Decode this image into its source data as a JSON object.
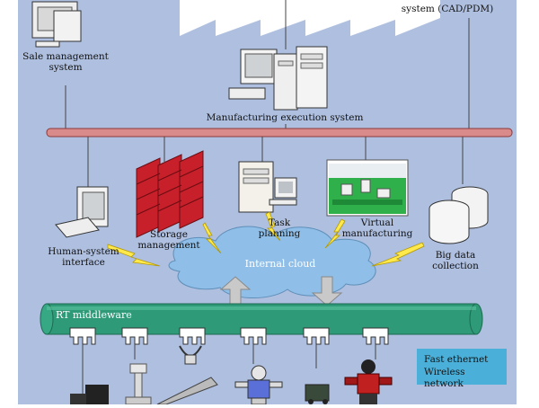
{
  "labels": {
    "sale_management": "Sale management\nsystem",
    "cad_pdm": "system (CAD/PDM)",
    "mes": "Manufacturing execution system",
    "human_system": "Human-system\ninterface",
    "storage": "Storage\nmanagement",
    "task": "Task\nplanning",
    "virtual": "Virtual\nmanufacturing",
    "big_data": "Big data\ncollection",
    "cloud": "Internal cloud",
    "middleware": "RT middleware",
    "network_line1": "Fast ethernet",
    "network_line2": "Wireless network"
  },
  "colors": {
    "factory_fill": "#aebfe0",
    "header_bus": "#d98a8a",
    "cloud": "#8fbfe8",
    "middleware": "#2e9a78",
    "network_box": "#4bb0d9",
    "storage_red": "#c8202a",
    "lightning": "#ffe94d"
  },
  "icons": [
    "computer-icon",
    "server-icon",
    "storage-rack-icon",
    "database-icon",
    "lightning-icon",
    "robot-icon",
    "cloud-icon"
  ]
}
